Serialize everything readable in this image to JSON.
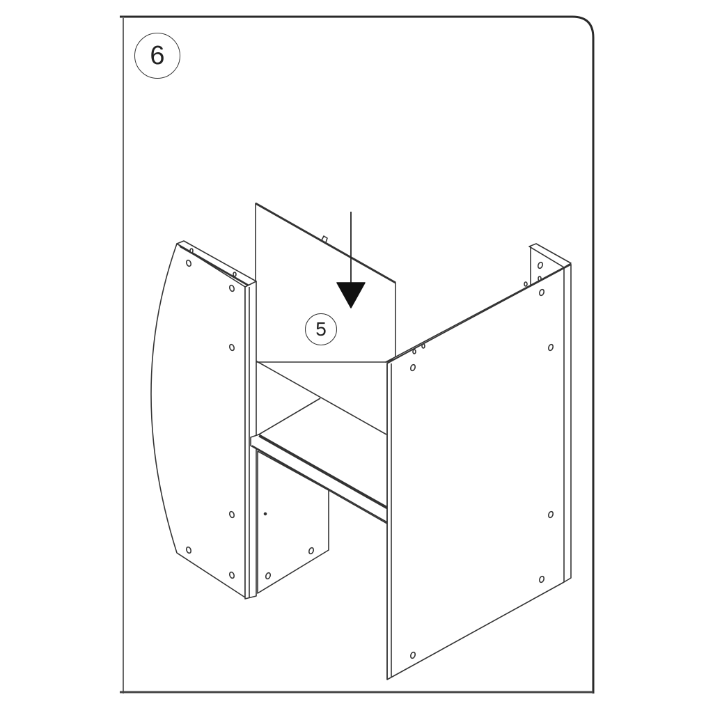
{
  "diagram": {
    "type": "furniture-assembly-instruction",
    "step": {
      "number": "6",
      "description": "Insert panel 5 downward between the two side panels"
    },
    "parts": [
      {
        "id": "5",
        "label": "5",
        "role": "back panel being inserted"
      },
      {
        "id": "left-side-panel",
        "label": "",
        "role": "curved left side panel"
      },
      {
        "id": "right-side-panel",
        "label": "",
        "role": "right side panel"
      },
      {
        "id": "shelf",
        "label": "",
        "role": "middle shelf"
      },
      {
        "id": "lower-panel",
        "label": "",
        "role": "lower divider panel"
      }
    ],
    "arrow": {
      "direction": "down",
      "target_part": "5"
    },
    "colors": {
      "line": "#333333",
      "frame": "#2a2a2a",
      "background": "#ffffff",
      "arrow_fill": "#111111"
    }
  }
}
